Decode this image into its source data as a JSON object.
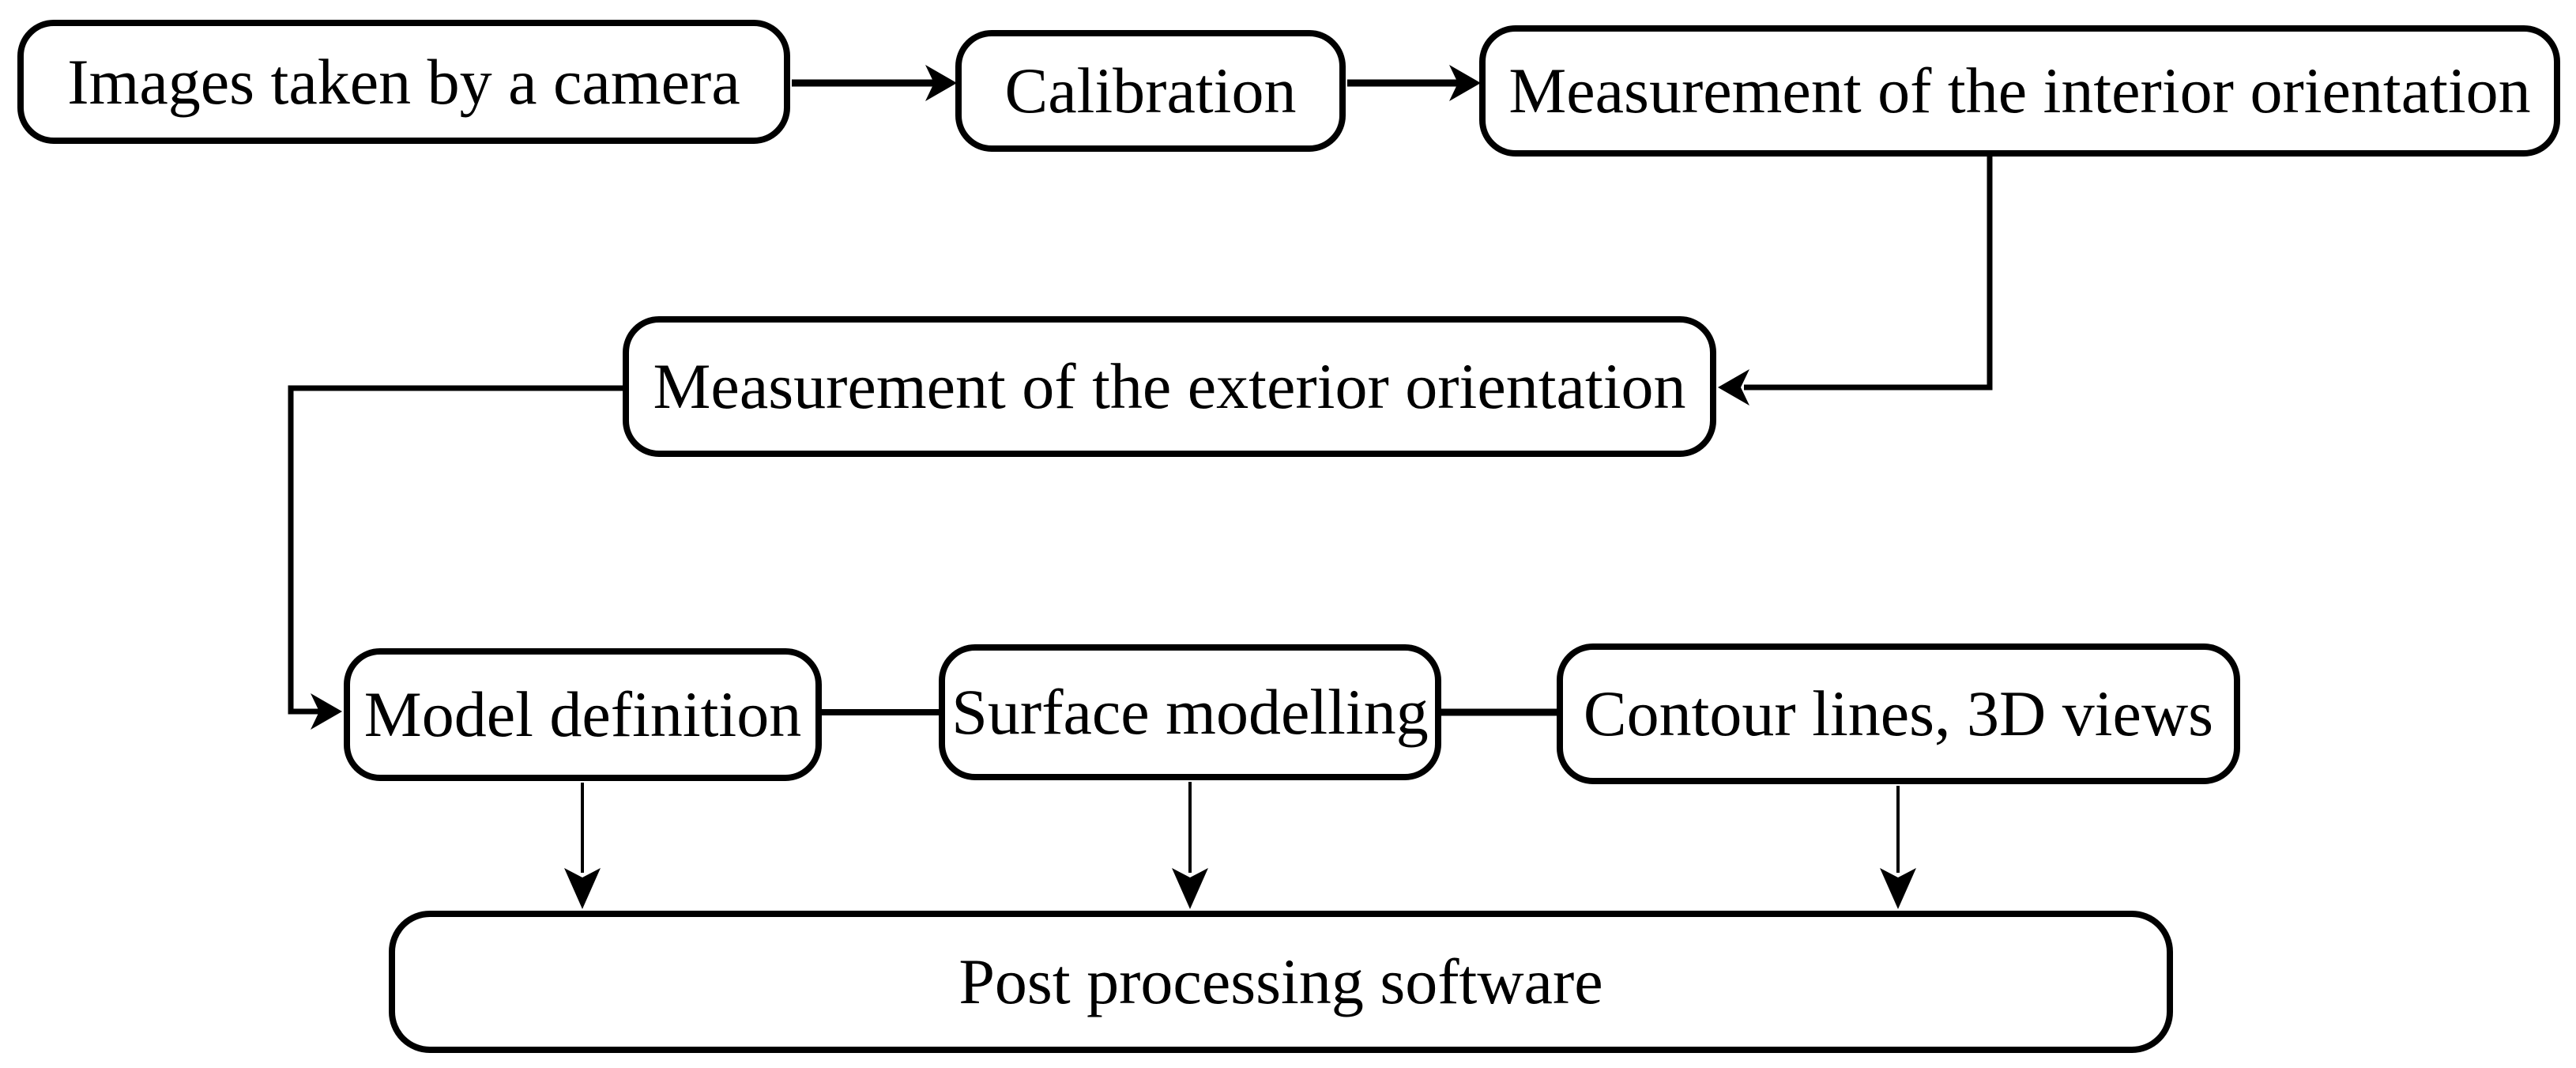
{
  "diagram": {
    "type": "flowchart",
    "background_color": "#ffffff",
    "line_color": "#000000",
    "box_border_color": "#000000",
    "box_fill_color": "#ffffff",
    "text_color": "#000000",
    "nodes": [
      {
        "id": "images",
        "label": "Images taken by a camera"
      },
      {
        "id": "calibration",
        "label": "Calibration"
      },
      {
        "id": "interior",
        "label": "Measurement of the interior orientation"
      },
      {
        "id": "exterior",
        "label": "Measurement of the exterior orientation"
      },
      {
        "id": "model",
        "label": "Model definition"
      },
      {
        "id": "surface",
        "label": "Surface modelling"
      },
      {
        "id": "contour",
        "label": "Contour lines, 3D views"
      },
      {
        "id": "post",
        "label": "Post processing software"
      }
    ],
    "edges": [
      {
        "from": "images",
        "to": "calibration",
        "arrow": true
      },
      {
        "from": "calibration",
        "to": "interior",
        "arrow": true
      },
      {
        "from": "interior",
        "to": "exterior",
        "arrow": true
      },
      {
        "from": "exterior",
        "to": "model",
        "arrow": true
      },
      {
        "from": "model",
        "to": "surface",
        "arrow": false
      },
      {
        "from": "surface",
        "to": "contour",
        "arrow": false
      },
      {
        "from": "model",
        "to": "post",
        "arrow": true
      },
      {
        "from": "surface",
        "to": "post",
        "arrow": true
      },
      {
        "from": "contour",
        "to": "post",
        "arrow": true
      }
    ]
  }
}
